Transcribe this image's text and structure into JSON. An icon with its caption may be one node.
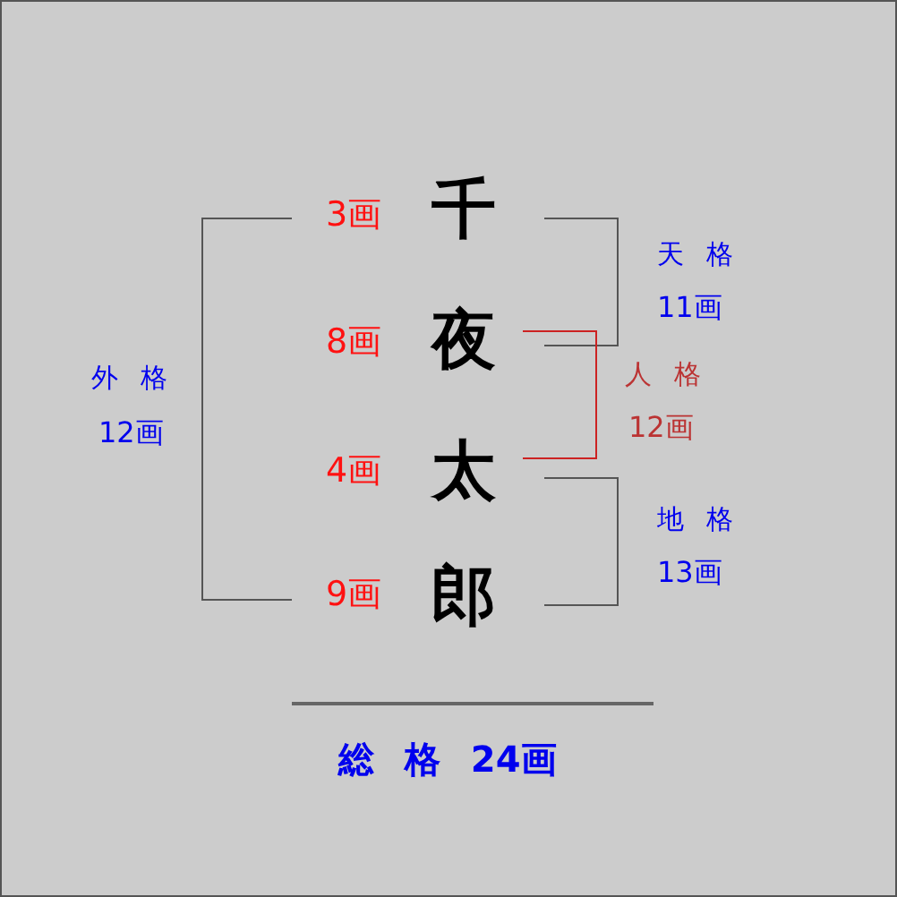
{
  "diagram": {
    "labels": [
      "3画",
      "千",
      "天 格",
      "11画",
      "8画",
      "夜",
      "外 格",
      "12画",
      "人 格",
      "12画",
      "4画",
      "太",
      "地 格",
      "13画",
      "9画",
      "郎",
      "総 格 24画"
    ]
  }
}
